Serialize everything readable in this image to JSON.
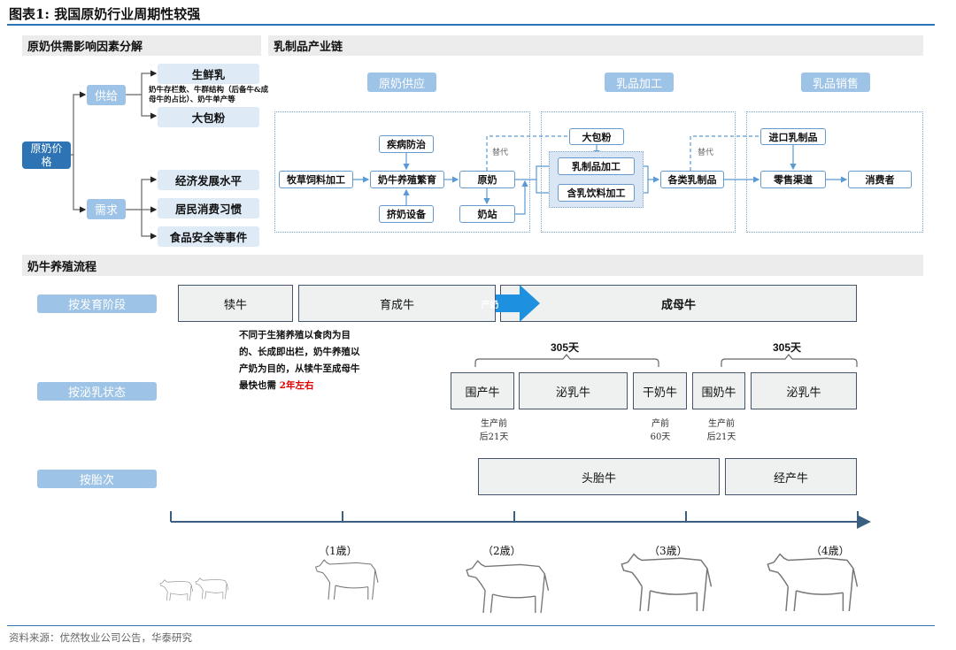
{
  "title": "图表1:  我国原奶行业周期性较强",
  "left_panel": {
    "header": "原奶供需影响因素分解",
    "root": "原奶价格",
    "supply": {
      "label": "供给",
      "items": [
        "生鲜乳",
        "大包粉"
      ],
      "note": "奶牛存栏数、牛群结构（后备牛&成母牛的占比）、奶牛单产等"
    },
    "demand": {
      "label": "需求",
      "items": [
        "经济发展水平",
        "居民消费习惯",
        "食品安全等事件"
      ]
    }
  },
  "chain_panel": {
    "header": "乳制品产业链",
    "stages": [
      "原奶供应",
      "乳品加工",
      "乳品销售"
    ],
    "nodes": {
      "forage": "牧草饲料加工",
      "disease": "疾病防治",
      "breeding": "奶牛养殖繁育",
      "milking": "挤奶设备",
      "raw_milk": "原奶",
      "station": "奶站",
      "powder": "大包粉",
      "dairy_proc": "乳制品加工",
      "drink_proc": "含乳饮料加工",
      "products": "各类乳制品",
      "import": "进口乳制品",
      "retail": "零售渠道",
      "consumer": "消费者"
    },
    "substitute_label": "替代"
  },
  "process": {
    "header": "奶牛养殖流程",
    "row_labels": [
      "按发育阶段",
      "按泌乳状态",
      "按胎次"
    ],
    "development": [
      "犊牛",
      "育成牛",
      "成母牛"
    ],
    "arrow_label": "产奶",
    "note_text": "不同于生猪养殖以食肉为目的、长成即出栏，奶牛养殖以产奶为目的，从犊牛至成母牛最快也需",
    "note_highlight": "2年左右",
    "brace_label": "305天",
    "lactation": [
      "围产牛",
      "泌乳牛",
      "干奶牛",
      "围奶牛",
      "泌乳牛"
    ],
    "sub_notes": [
      [
        "生产前",
        "后21天"
      ],
      [
        "产前",
        "60天"
      ],
      [
        "生产前",
        "后21天"
      ]
    ],
    "parity": [
      "头胎牛",
      "经产牛"
    ],
    "ages": [
      "（1歳）",
      "（2歳）",
      "（3歳）",
      "（4歳）"
    ]
  },
  "source": "资料来源：优然牧业公司公告，华泰研究",
  "colors": {
    "accent": "#2e74b5",
    "light": "#9dc3e6",
    "pale": "#deebf7",
    "arrow": "#1e90e0",
    "highlight": "#e00000"
  }
}
